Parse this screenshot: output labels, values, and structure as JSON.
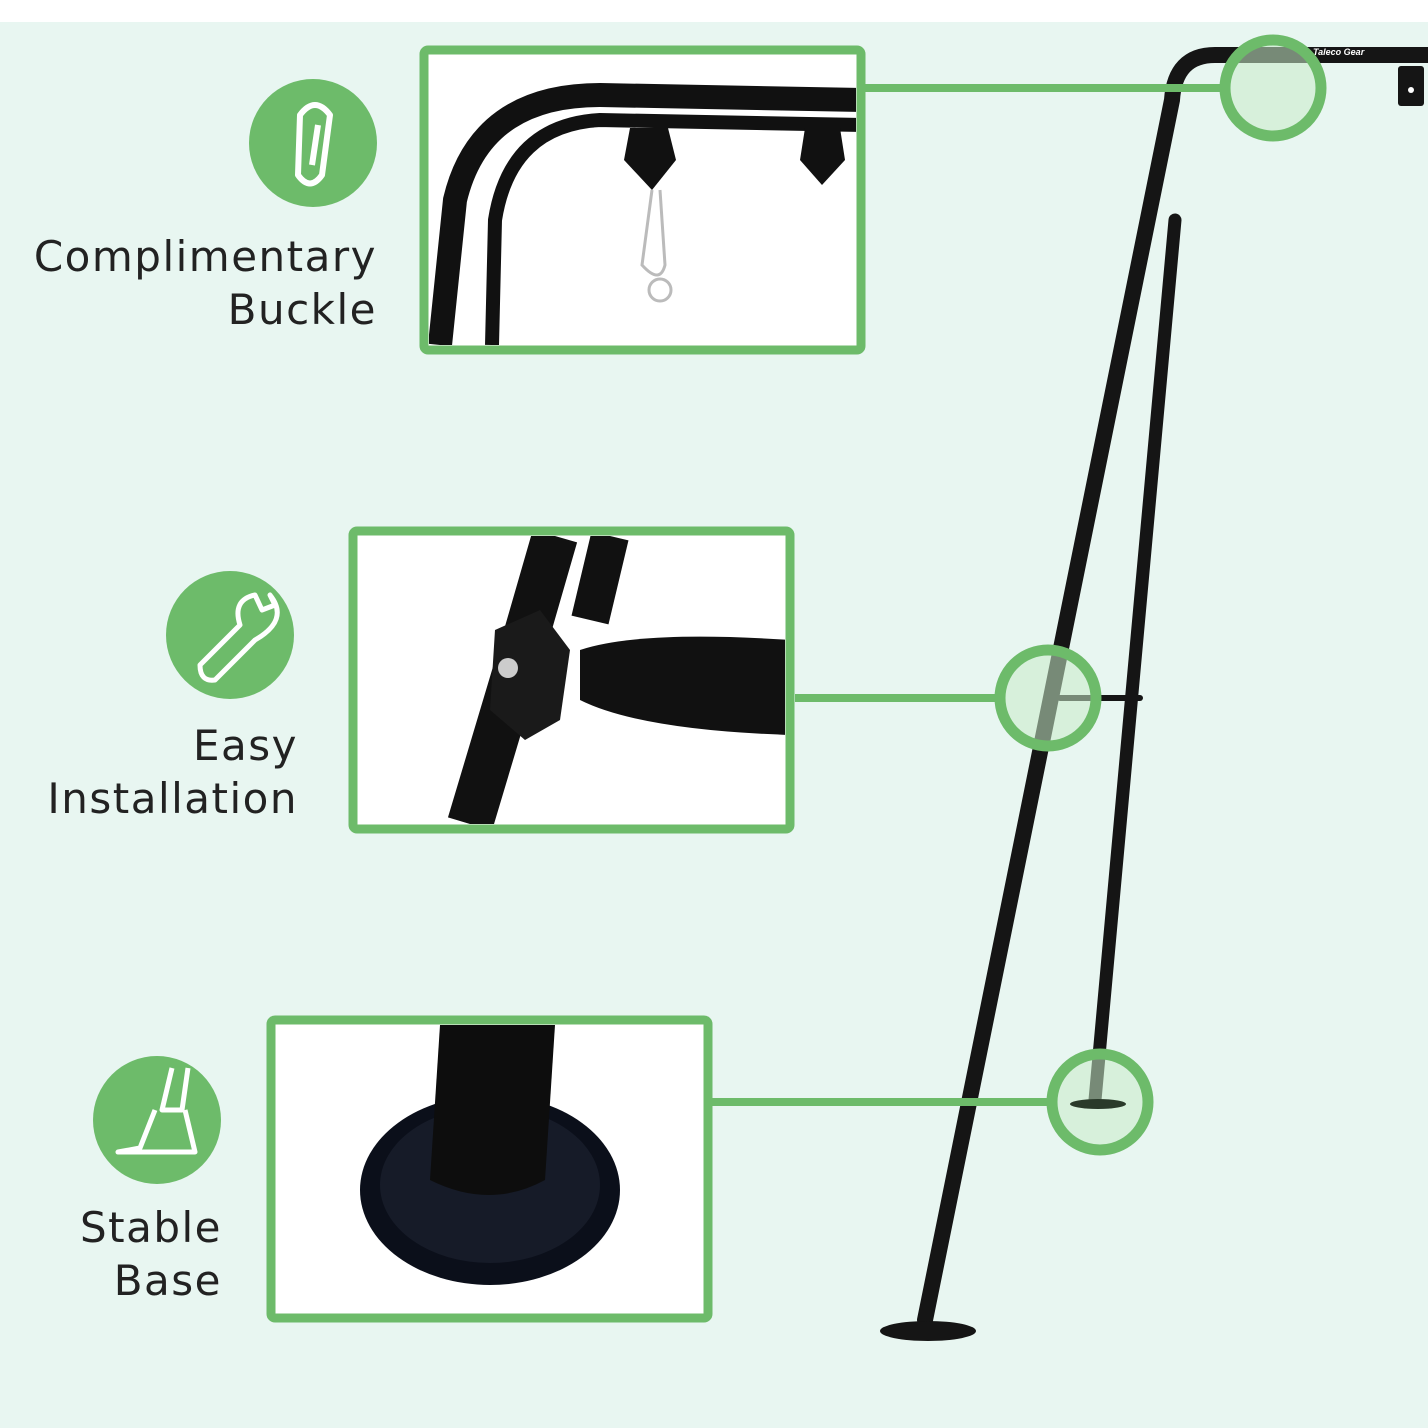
{
  "brand_logo": "Taleco Gear",
  "accent_color": "#6dbb6a",
  "features": [
    {
      "icon": "carabiner-icon",
      "line1": "Complimentary",
      "line2": "Buckle"
    },
    {
      "icon": "wrench-icon",
      "line1": "Easy",
      "line2": "Installation"
    },
    {
      "icon": "stable-base-icon",
      "line1": "Stable",
      "line2": "Base"
    }
  ]
}
